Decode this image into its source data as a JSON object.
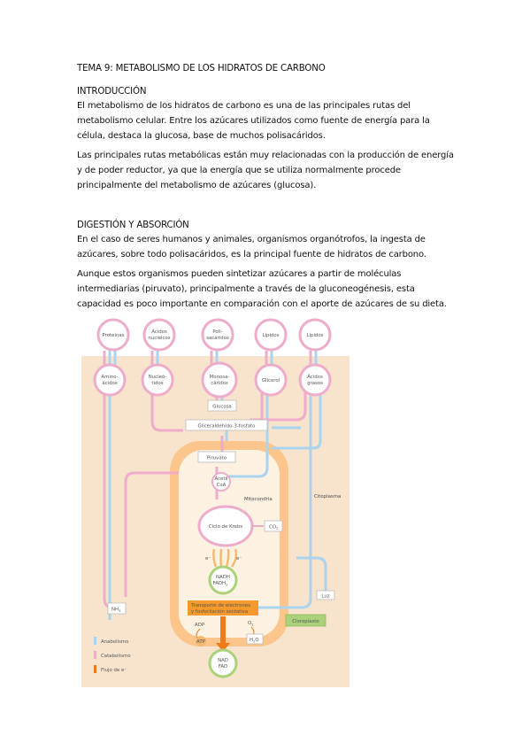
{
  "doc": {
    "title": "TEMA 9: METABOLISMO DE LOS HIDRATOS DE CARBONO",
    "sec1_heading": "INTRODUCCIÓN",
    "p1_l1": "El metabolismo de los hidratos de carbono es una de las principales rutas del",
    "p1_l2": "metabolismo celular. Entre los azúcares utilizados como fuente de energía para la",
    "p1_l3": "célula, destaca la glucosa, base de muchos polisacáridos.",
    "p2_l1": "Las principales rutas metabólicas están muy relacionadas con la producción de energía",
    "p2_l2": "y de poder reductor, ya que la energía que se utiliza normalmente procede",
    "p2_l3": "principalmente del metabolismo de azúcares (glucosa).",
    "sec2_heading": "DIGESTIÓN Y ABSORCIÓN",
    "p3_l1": "En el caso de seres humanos y animales, organismos organótrofos, la ingesta de",
    "p3_l2": "azúcares, sobre todo polisacáridos, es la principal fuente de hidratos de carbono.",
    "p4_l1": "Aunque estos organismos pueden sintetizar azúcares a partir de moléculas",
    "p4_l2": "intermediarias (piruvato), principalmente a través de la gluconeogénesis, esta",
    "p4_l3": "capacidad es poco importante en comparación con el aporte de azúcares de su dieta."
  },
  "figure": {
    "top_circles": [
      "Proteínas",
      "Ácidos",
      "nucleicos",
      "Poli-",
      "sacáridos",
      "Lípidos",
      "Lípidos"
    ],
    "mid_circles": [
      "Amino-",
      "ácidos",
      "Nucleó-",
      "tidos",
      "Monosa-",
      "cáridos",
      "Glicerol",
      "Ácidos",
      "grasos"
    ],
    "glucosa": "Glucosa",
    "gliceraldehido": "Gliceraldehído-3-fosfato",
    "piruvato": "Piruvato",
    "acetil1": "Acetil",
    "acetil2": "CoA",
    "citoplasma": "Citoplasma",
    "mitocondria": "Mitocondria",
    "krebs": "Ciclo de Krebs",
    "co2": "CO",
    "co2_sub": "2",
    "electron": "e⁻",
    "nadh": "NADH",
    "fadh": "FADH",
    "fadh_sub": "2",
    "nh3": "NH",
    "nh3_sub": "3",
    "luz": "Luz",
    "cloroplasto": "Cloroplasto",
    "transporte1": "Transporte de electrones",
    "transporte2": "y fosforilación oxidativa",
    "adp": "ADP",
    "atp": "ATP",
    "o2": "O",
    "o2_sub": "2",
    "h2o_1": "H",
    "h2o_sub": "2",
    "h2o_2": "O",
    "nad1": "NAD",
    "nad2": "FAD",
    "legend_anab": "Anabolismo",
    "legend_catab": "Catabolismo",
    "legend_flujo": "Flujo de e⁻",
    "colors": {
      "background": "#f8e4cc",
      "mitochondria": "#fbc58b",
      "anabolism": "#a9d3ee",
      "catabolism": "#eeaccb",
      "electron_flow": "#ee7a1c",
      "nadh_circle": "#aad27a"
    }
  }
}
